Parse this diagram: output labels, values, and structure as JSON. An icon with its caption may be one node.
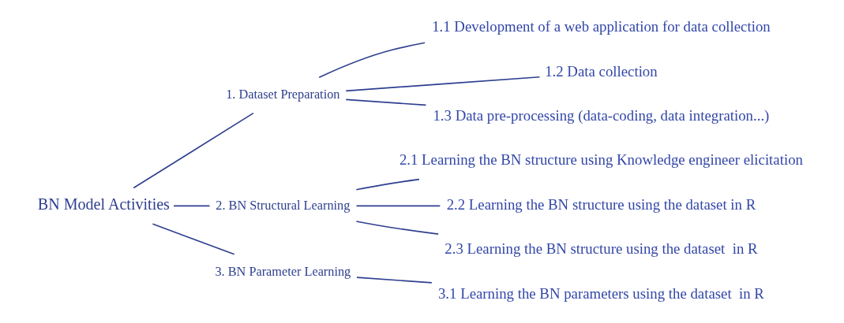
{
  "diagram": {
    "nodes": [
      {
        "text": [
          "BN Model Activities"
        ]
      },
      {
        "text": [
          "1. Dataset Preparation"
        ]
      },
      {
        "text": [
          "1.1 Development of a web application for data collection"
        ]
      },
      {
        "text": [
          "1.2 Data collection"
        ]
      },
      {
        "text": [
          "1.3 Data pre-processing (data-coding, data integration...)"
        ]
      },
      {
        "text": [
          "2. BN Structural Learning"
        ]
      },
      {
        "text": [
          "2.1 Learning the BN structure using Knowledge engineer elicitation"
        ]
      },
      {
        "text": [
          "2.2 Learning the BN structure using the dataset in R"
        ]
      },
      {
        "text": [
          "2.3 Learning the BN structure using the dataset  in R"
        ]
      },
      {
        "text": [
          "3. BN Parameter Learning"
        ]
      },
      {
        "text": [
          "3.1 Learning the BN parameters using the dataset  in R"
        ]
      }
    ],
    "edges": [
      {
        "from": 0,
        "to": 1,
        "arrow": "none"
      },
      {
        "from": 0,
        "to": 5,
        "arrow": "none"
      },
      {
        "from": 0,
        "to": 9,
        "arrow": "none"
      },
      {
        "from": 1,
        "to": 2,
        "arrow": "none"
      },
      {
        "from": 1,
        "to": 3,
        "arrow": "none"
      },
      {
        "from": 1,
        "to": 4,
        "arrow": "none"
      },
      {
        "from": 5,
        "to": 6,
        "arrow": "none"
      },
      {
        "from": 5,
        "to": 7,
        "arrow": "none"
      },
      {
        "from": 5,
        "to": 8,
        "arrow": "none"
      },
      {
        "from": 9,
        "to": 10,
        "arrow": "none"
      }
    ]
  }
}
